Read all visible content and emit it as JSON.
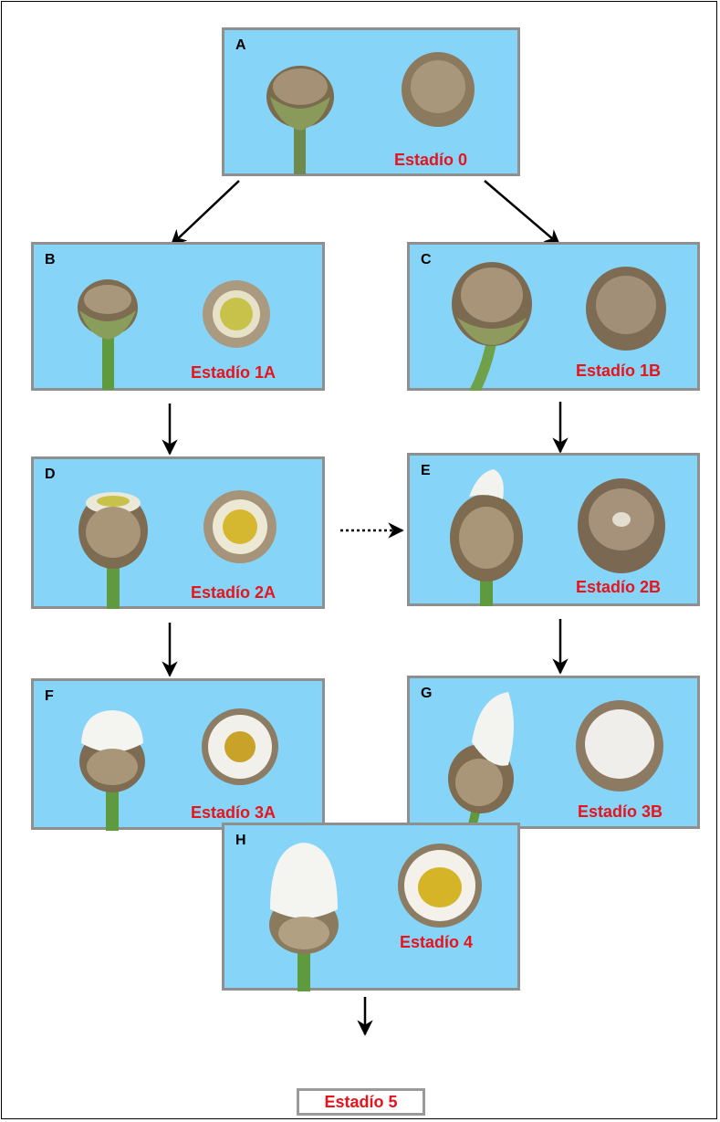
{
  "panels": {
    "a": {
      "letter": "A",
      "stage": "Estadío 0"
    },
    "b": {
      "letter": "B",
      "stage": "Estadío 1A"
    },
    "c": {
      "letter": "C",
      "stage": "Estadío 1B"
    },
    "d": {
      "letter": "D",
      "stage": "Estadío 2A"
    },
    "e": {
      "letter": "E",
      "stage": "Estadío 2B"
    },
    "f": {
      "letter": "F",
      "stage": "Estadío 3A"
    },
    "g": {
      "letter": "G",
      "stage": "Estadío 3B"
    },
    "h": {
      "letter": "H",
      "stage": "Estadío 4"
    }
  },
  "final_stage": "Estadío 5",
  "colors": {
    "panel_background": "#86d5f8",
    "panel_border": "#8f8f8f",
    "stage_label": "#e8141c",
    "arrow": "#000000"
  }
}
